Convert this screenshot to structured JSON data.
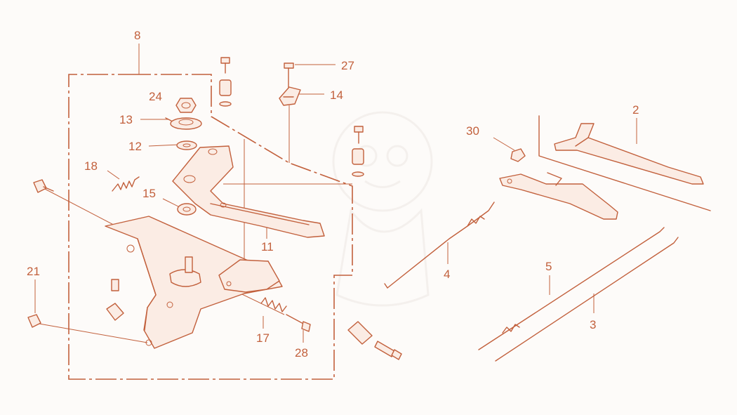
{
  "colors": {
    "ink": "#c2603c",
    "fill": "#fbece4",
    "background": "#fdfbf9"
  },
  "callouts": [
    {
      "id": "c8",
      "text": "8"
    },
    {
      "id": "c27",
      "text": "27"
    },
    {
      "id": "c24",
      "text": "24"
    },
    {
      "id": "c14",
      "text": "14"
    },
    {
      "id": "c13",
      "text": "13"
    },
    {
      "id": "c12",
      "text": "12"
    },
    {
      "id": "c18",
      "text": "18"
    },
    {
      "id": "c15",
      "text": "15"
    },
    {
      "id": "c11",
      "text": "11"
    },
    {
      "id": "c21",
      "text": "21"
    },
    {
      "id": "c17",
      "text": "17"
    },
    {
      "id": "c28",
      "text": "28"
    },
    {
      "id": "c2",
      "text": "2"
    },
    {
      "id": "c30",
      "text": "30"
    },
    {
      "id": "c4",
      "text": "4"
    },
    {
      "id": "c5",
      "text": "5"
    },
    {
      "id": "c3",
      "text": "3"
    }
  ]
}
